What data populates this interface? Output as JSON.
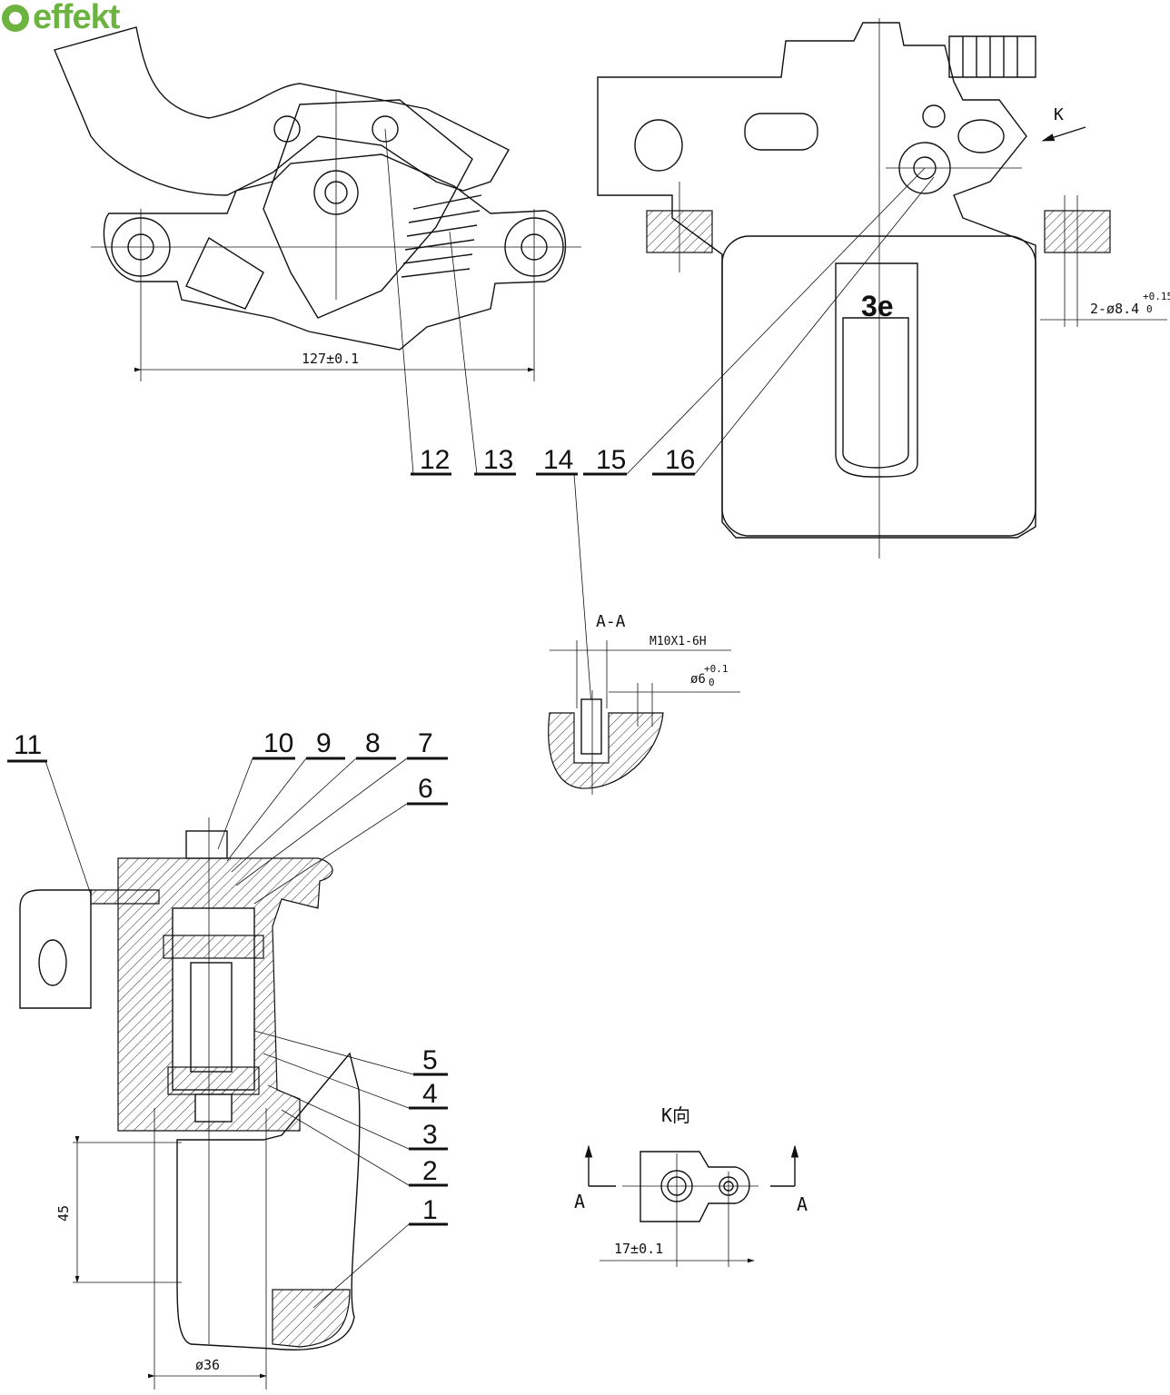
{
  "logo": {
    "text": "effekt",
    "color": "#6cb33f"
  },
  "top_left_view": {
    "dimension": "127±0.1"
  },
  "top_right_view": {
    "view_arrow_label": "K",
    "stamp": "3e",
    "hole_dimension": "2-ø8.4",
    "hole_tol_upper": "+0.15",
    "hole_tol_lower": "0"
  },
  "section_aa": {
    "title": "A-A",
    "thread": "M10X1-6H",
    "bore": "ø6",
    "bore_tol_upper": "+0.1",
    "bore_tol_lower": "0"
  },
  "k_view": {
    "title": "K向",
    "section_left": "A",
    "section_right": "A",
    "dimension": "17±0.1"
  },
  "bottom_view": {
    "height_dim": "45",
    "diameter_dim": "ø36"
  },
  "part_labels": [
    "1",
    "2",
    "3",
    "4",
    "5",
    "6",
    "7",
    "8",
    "9",
    "10",
    "11",
    "12",
    "13",
    "14",
    "15",
    "16"
  ]
}
